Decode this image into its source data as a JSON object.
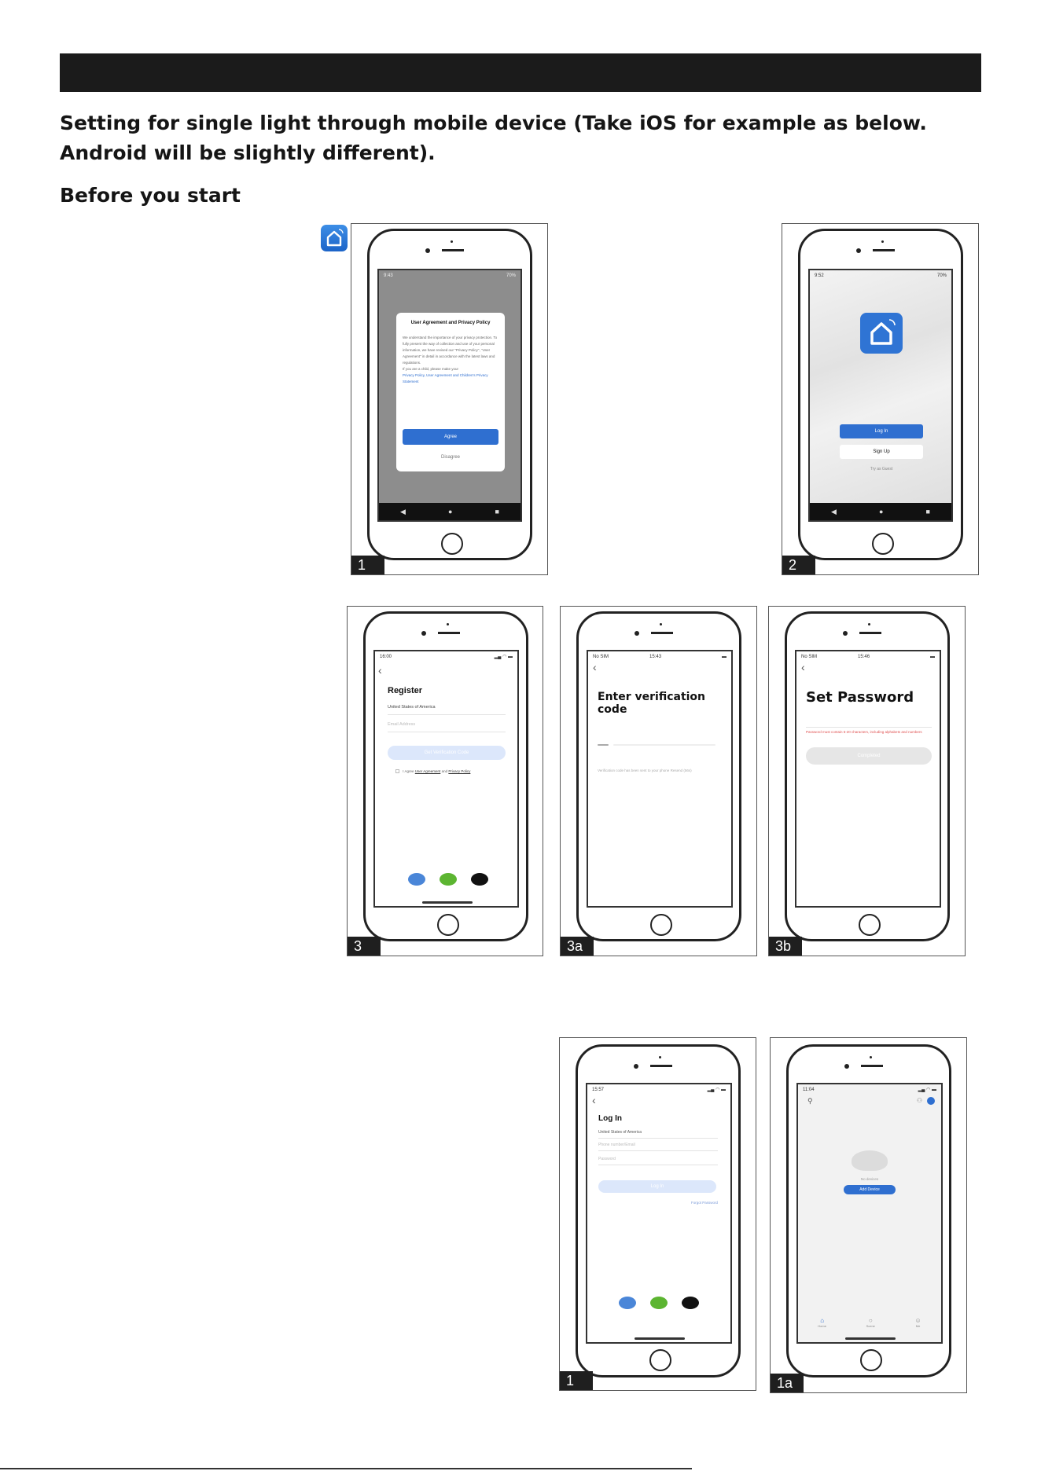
{
  "header": {
    "text": ""
  },
  "intro": {
    "text": "Setting for single light through mobile device (Take iOS for example as below. Android will be slightly different)."
  },
  "section": {
    "title": "Before you start"
  },
  "colors": {
    "accent": "#2f6fd0",
    "header_bar": "#1b1b1b",
    "google": "#4a86d8",
    "wechat": "#5cb531",
    "apple": "#111111",
    "warning": "#e05050"
  },
  "screens": {
    "s1": {
      "tag": "1",
      "status_left": "9:43",
      "status_right": "70%",
      "dialog_title": "User Agreement and Privacy Policy",
      "dialog_body": "We understand the importance of your privacy protection. To fully present the way of collection and use of your personal information, we have revised our \"Privacy Policy\", \"User Agreement\" in detail in accordance with the latest laws and regulations.",
      "dialog_child": "If you are a child, please make your",
      "dialog_links": "Privacy Policy, User Agreement and Children's Privacy Statement",
      "agree": "Agree",
      "disagree": "Disagree"
    },
    "s2": {
      "tag": "2",
      "status_left": "9:52",
      "status_right": "70%",
      "login": "Log In",
      "signup": "Sign Up",
      "tryit": "Try as Guest"
    },
    "s3": {
      "tag": "3",
      "time": "16:00",
      "title": "Register",
      "country": "United States of America",
      "email_placeholder": "Email Address",
      "button": "Get Verification Code",
      "agree_prefix": "I Agree",
      "user_agreement": "User Agreement",
      "and": "and",
      "privacy": "Privacy Policy"
    },
    "s3a": {
      "tag": "3a",
      "carrier": "No SIM",
      "time": "15:43",
      "title": "Enter verification code",
      "info": "Verification code has been sent to your phone",
      "resend": "Resend (56s)"
    },
    "s3b": {
      "tag": "3b",
      "carrier": "No SIM",
      "time": "15:46",
      "title": "Set Password",
      "hint": "Password must contain 6-20 characters, including alphabets and numbers",
      "button": "Completed"
    },
    "s4": {
      "tag": "1",
      "time": "15:57",
      "title": "Log In",
      "country": "United States of America",
      "account_placeholder": "Phone number/Email",
      "password_placeholder": "Password",
      "button": "Log In",
      "forgot": "Forgot Password"
    },
    "s5": {
      "tag": "1a",
      "time": "11:04",
      "no_devices": "No devices",
      "add_device": "Add Device",
      "tabs": [
        "Home",
        "Scene",
        "Me"
      ]
    }
  }
}
